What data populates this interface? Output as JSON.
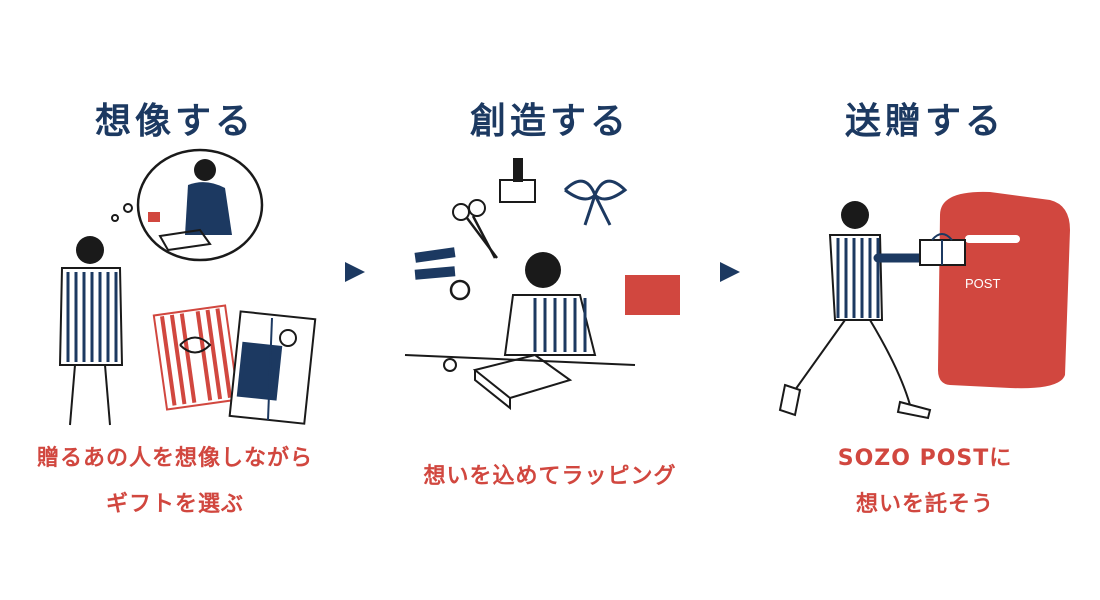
{
  "colors": {
    "navy": "#1c3961",
    "red": "#d1473f",
    "ink": "#1a1a1a"
  },
  "steps": [
    {
      "title": "想像する",
      "caption_lines": [
        "贈るあの人を想像しながら",
        "ギフトを選ぶ"
      ],
      "illustration": "imagining-gift-illustration"
    },
    {
      "title": "創造する",
      "caption_lines": [
        "想いを込めてラッピング"
      ],
      "illustration": "wrapping-gift-illustration"
    },
    {
      "title": "送贈する",
      "caption_lines": [
        "SOZO POSTに",
        "想いを託そう"
      ],
      "illustration": "posting-gift-illustration",
      "postbox_label": "POST"
    }
  ],
  "arrow_icon": "play-triangle-icon"
}
